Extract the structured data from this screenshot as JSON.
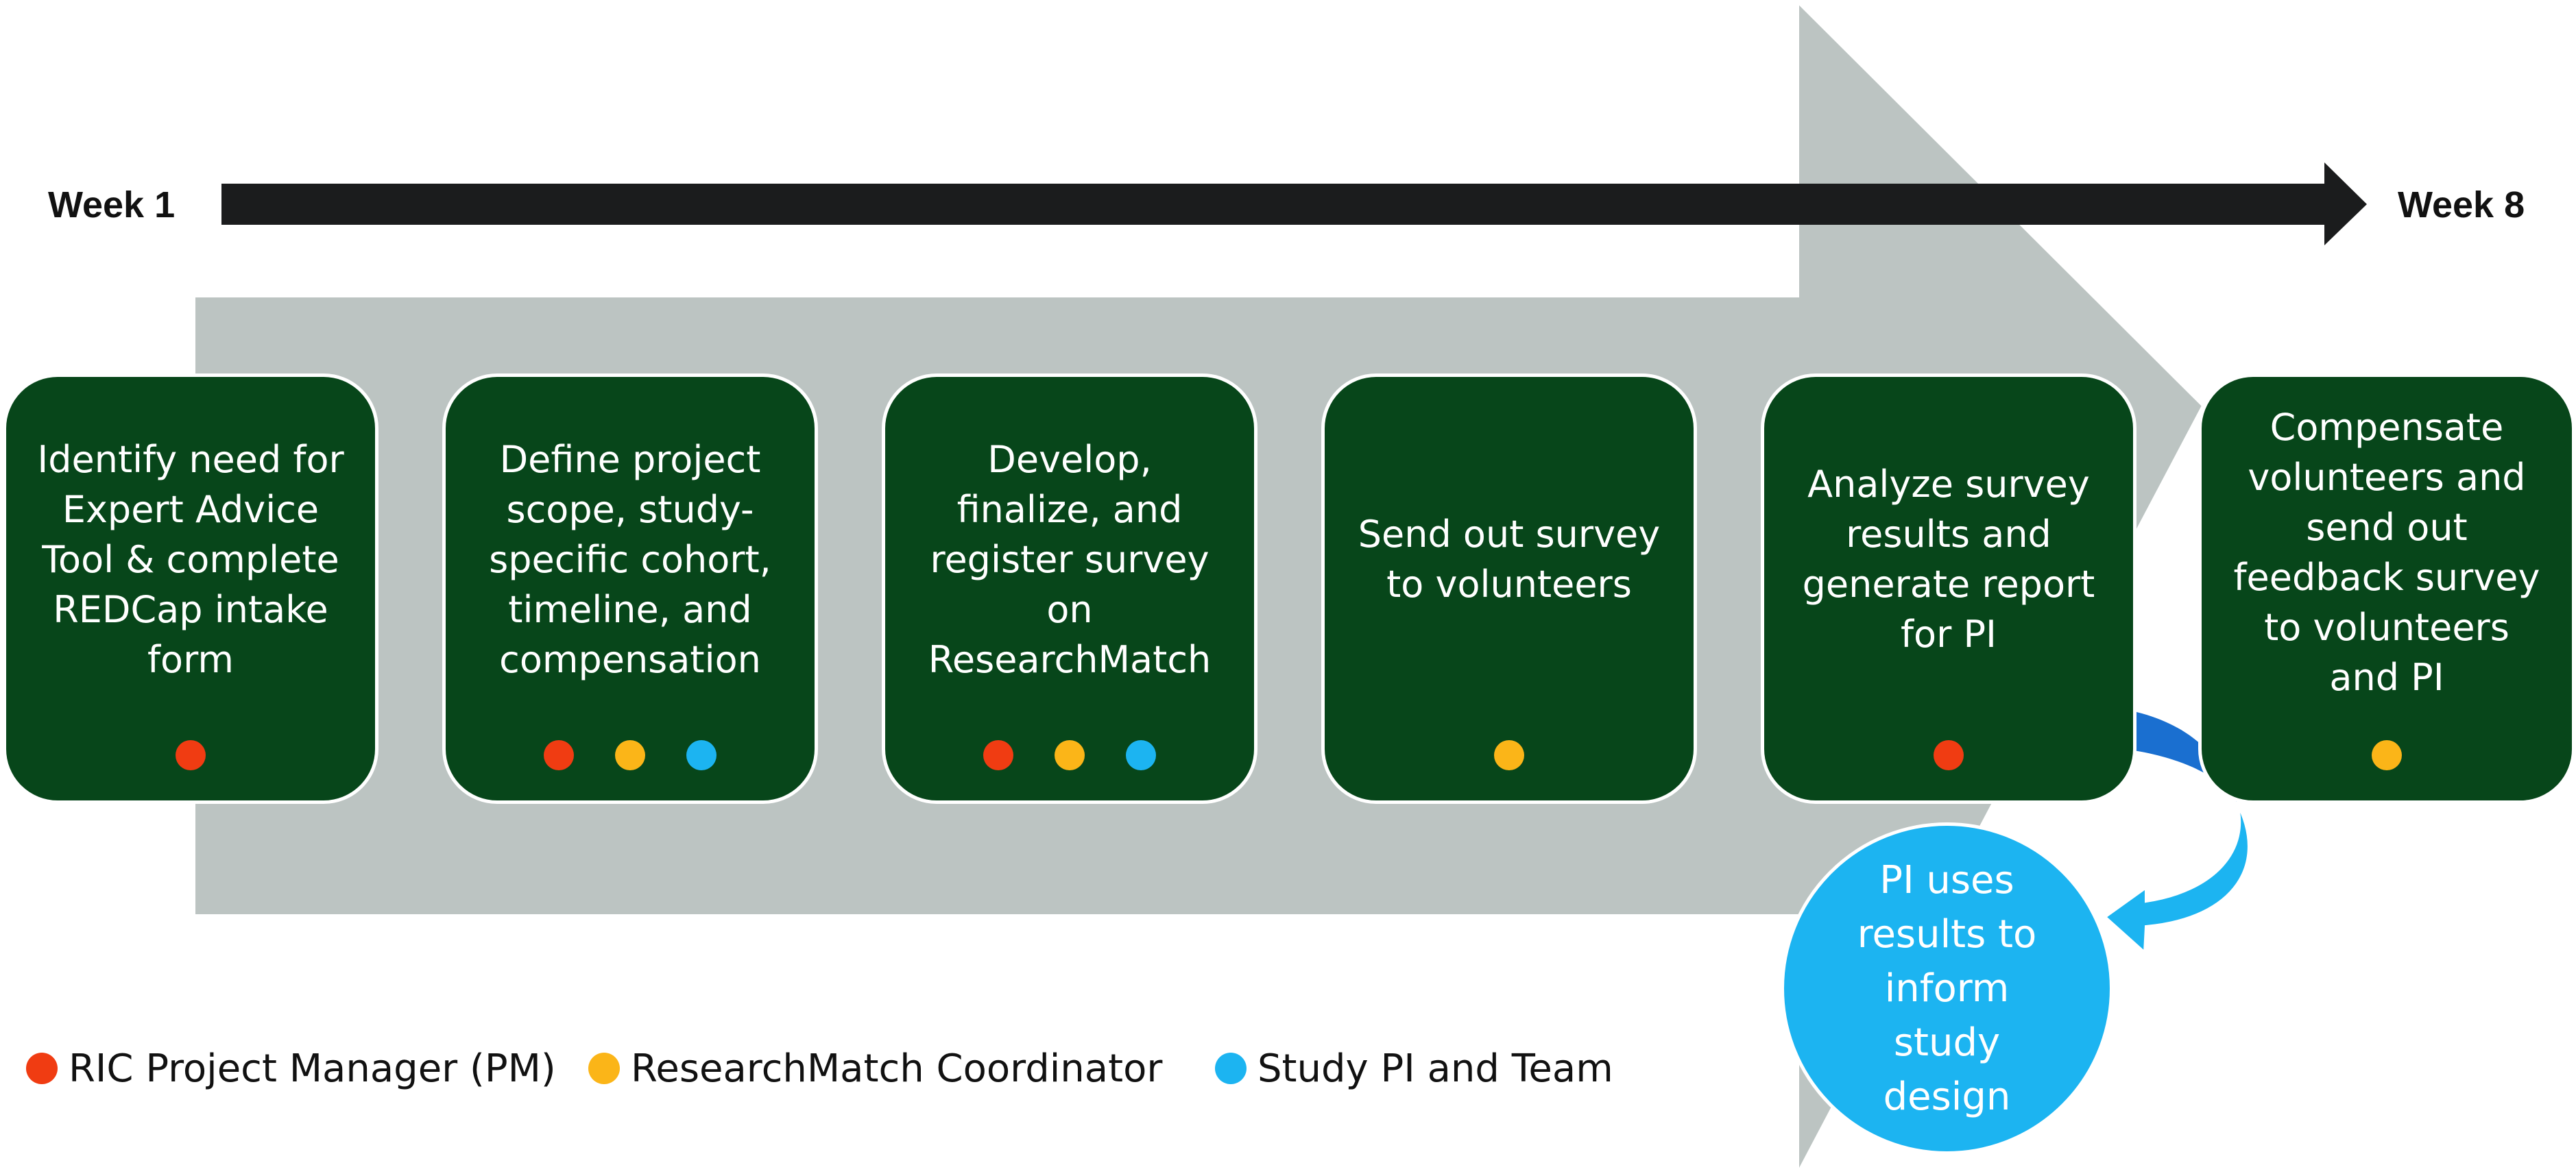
{
  "colors": {
    "pm": "#f03c12",
    "coordinator": "#fbb518",
    "pi_team": "#1cb4f1",
    "step_fill": "#07461a",
    "process_arrow": "#bcc4c2",
    "timeline_arrow": "#1b1c1d",
    "feedback_arrow": "#1a6fd0"
  },
  "timeline": {
    "start_label": "Week 1",
    "end_label": "Week 8"
  },
  "steps": [
    {
      "text": "Identify need for\nExpert Advice\nTool & complete\nREDCap intake\nform",
      "roles": [
        "pm"
      ]
    },
    {
      "text": "Define project\nscope, study-\nspecific cohort,\ntimeline, and\ncompensation",
      "roles": [
        "pm",
        "coordinator",
        "pi_team"
      ]
    },
    {
      "text": "Develop,\nfinalize, and\nregister survey\non\nResearchMatch",
      "roles": [
        "pm",
        "coordinator",
        "pi_team"
      ]
    },
    {
      "text": "Send out survey\nto volunteers",
      "roles": [
        "coordinator"
      ]
    },
    {
      "text": "Analyze survey\nresults and\ngenerate report\nfor PI",
      "roles": [
        "pm"
      ]
    },
    {
      "text": "Compensate\nvolunteers and\nsend out\nfeedback survey\nto volunteers\nand PI",
      "roles": [
        "coordinator"
      ]
    }
  ],
  "pi_step": {
    "text": "PI uses\nresults to\ninform\nstudy\ndesign"
  },
  "legend": [
    {
      "role": "pm",
      "label": "RIC Project Manager (PM)"
    },
    {
      "role": "coordinator",
      "label": "ResearchMatch Coordinator"
    },
    {
      "role": "pi_team",
      "label": "Study PI and Team"
    }
  ]
}
